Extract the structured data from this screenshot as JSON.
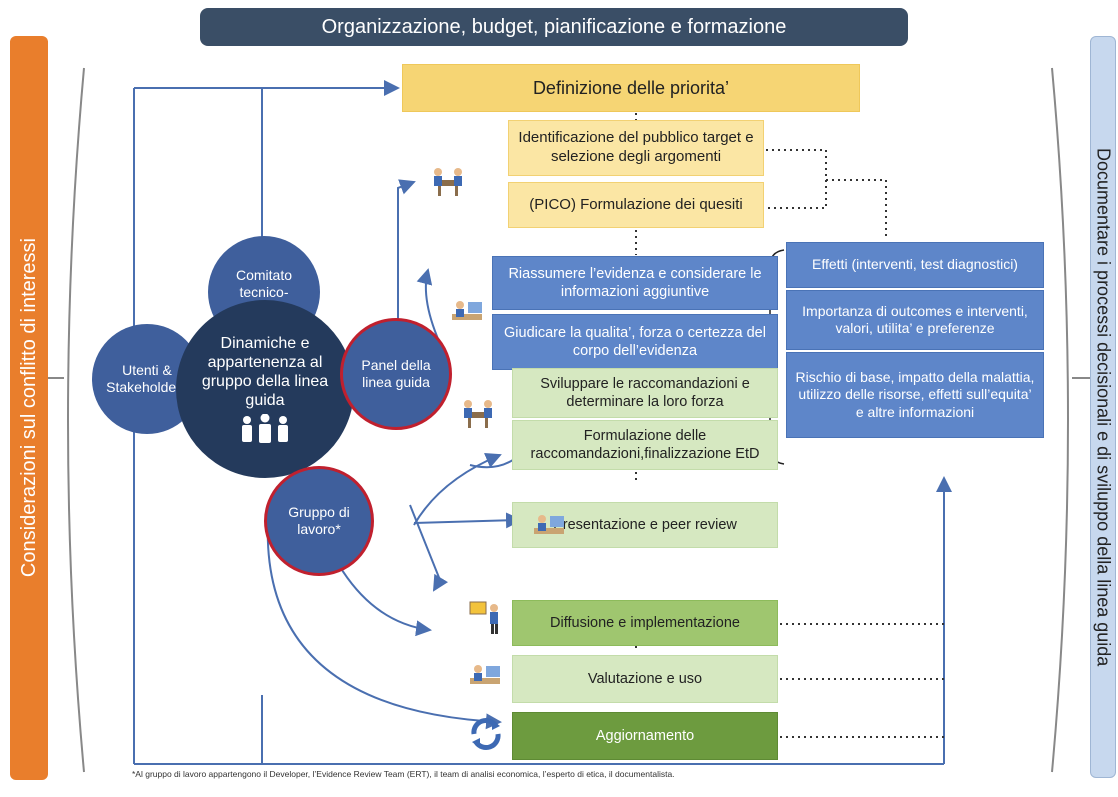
{
  "banner": "Organizzazione, budget, pianificazione e formazione",
  "left_bar": "Considerazioni sul conflitto di interessi",
  "right_bar": "Documentare i processi decisionali e di sviluppo  della linea guida",
  "steps": {
    "priorita": "Definizione delle priorita’",
    "pubblico": "Identificazione del pubblico target e selezione degli argomenti",
    "pico": "(PICO) Formulazione dei quesiti",
    "riassumere": "Riassumere l’evidenza e considerare le informazioni aggiuntive",
    "giudicare": "Giudicare la qualita’, forza o certezza del corpo dell’evidenza",
    "sviluppare": "Sviluppare le raccomandazioni e determinare la loro forza",
    "formulazione": "Formulazione delle raccomandazioni,finalizzazione EtD",
    "presentazione": "Presentazione e peer review",
    "diffusione": "Diffusione e implementazione",
    "valutazione": "Valutazione e uso",
    "aggiornamento": "Aggiornamento"
  },
  "evidence": {
    "effetti": "Effetti (interventi, test diagnostici)",
    "importanza": "Importanza di outcomes e interventi, valori, utilita’ e preferenze",
    "rischio": "Rischio di base, impatto della malattia, utilizzo delle risorse, effetti sull’equita’ e altre informazioni"
  },
  "circles": {
    "comitato": "Comitato tecnico-scientifico",
    "utenti": "Utenti & Stakeholders",
    "dinamiche": "Dinamiche e appartenenza al gruppo della linea guida",
    "panel": "Panel della linea guida",
    "gruppo": "Gruppo di lavoro*"
  },
  "footnote": "*Al gruppo di lavoro appartengono il Developer, l’Evidence Review Team (ERT), il team di analisi economica, l’esperto di etica, il documentalista.",
  "colors": {
    "banner": "#3a4e66",
    "conflict_bar": "#e97e2c",
    "documentation_bar": "#c7d8ee",
    "yellow": "#fbe6a4",
    "blue_box": "#5e86c9",
    "green_light": "#d6e8c1",
    "green_mid": "#9fc66f",
    "green_dark": "#6d9b3f",
    "circle": "#3f5f9c",
    "circle_ring": "#c0202e",
    "connector": "#4a6fb0"
  },
  "icons": [
    "meeting-icon",
    "desk-worker-icon",
    "presenter-icon",
    "refresh-icon",
    "people-group-icon"
  ]
}
